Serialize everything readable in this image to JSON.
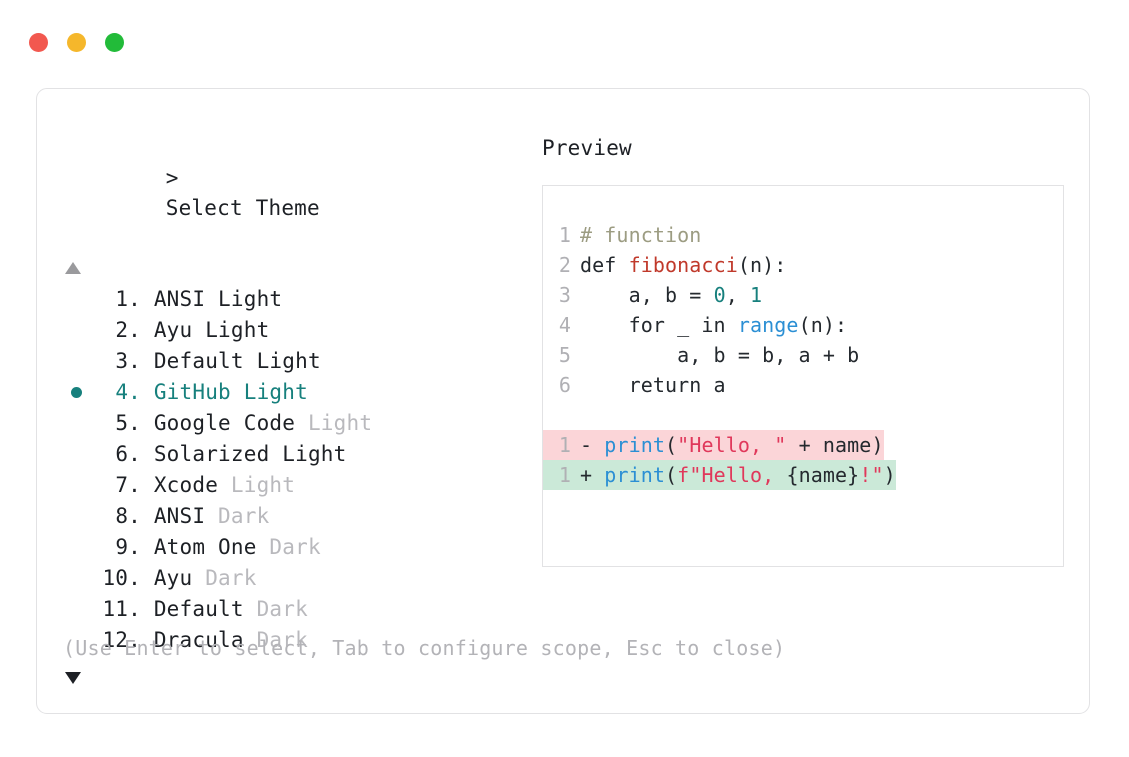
{
  "window": {
    "traffic_lights": [
      {
        "name": "close-button",
        "color": "#f2584f"
      },
      {
        "name": "minimize-button",
        "color": "#f5b72b"
      },
      {
        "name": "maximize-button",
        "color": "#22bb39"
      }
    ]
  },
  "selector": {
    "prompt_symbol": ">",
    "prompt_label": "Select Theme",
    "scroll_up_icon": "triangle-up",
    "scroll_down_icon": "triangle-down",
    "selected_index": 4,
    "accent_color": "#17807d",
    "items": [
      {
        "index": "1.",
        "name": "ANSI",
        "variant": "Light",
        "variant_dim": false,
        "selected": false
      },
      {
        "index": "2.",
        "name": "Ayu",
        "variant": "Light",
        "variant_dim": false,
        "selected": false
      },
      {
        "index": "3.",
        "name": "Default",
        "variant": "Light",
        "variant_dim": false,
        "selected": false
      },
      {
        "index": "4.",
        "name": "GitHub",
        "variant": "Light",
        "variant_dim": false,
        "selected": true
      },
      {
        "index": "5.",
        "name": "Google Code",
        "variant": "Light",
        "variant_dim": true,
        "selected": false
      },
      {
        "index": "6.",
        "name": "Solarized",
        "variant": "Light",
        "variant_dim": false,
        "selected": false
      },
      {
        "index": "7.",
        "name": "Xcode",
        "variant": "Light",
        "variant_dim": true,
        "selected": false
      },
      {
        "index": "8.",
        "name": "ANSI",
        "variant": "Dark",
        "variant_dim": true,
        "selected": false
      },
      {
        "index": "9.",
        "name": "Atom One",
        "variant": "Dark",
        "variant_dim": true,
        "selected": false
      },
      {
        "index": "10.",
        "name": "Ayu",
        "variant": "Dark",
        "variant_dim": true,
        "selected": false
      },
      {
        "index": "11.",
        "name": "Default",
        "variant": "Dark",
        "variant_dim": true,
        "selected": false
      },
      {
        "index": "12.",
        "name": "Dracula",
        "variant": "Dark",
        "variant_dim": true,
        "selected": false
      }
    ],
    "footer_hint": "(Use Enter to select, Tab to configure scope, Esc to close)"
  },
  "preview": {
    "label": "Preview",
    "code_lines": [
      {
        "ln": "1",
        "tokens": [
          {
            "t": "# function",
            "c": "comment"
          }
        ]
      },
      {
        "ln": "2",
        "tokens": [
          {
            "t": "def ",
            "c": "plain"
          },
          {
            "t": "fibonacci",
            "c": "fn"
          },
          {
            "t": "(n):",
            "c": "plain"
          }
        ]
      },
      {
        "ln": "3",
        "tokens": [
          {
            "t": "    a, b = ",
            "c": "plain"
          },
          {
            "t": "0",
            "c": "num"
          },
          {
            "t": ", ",
            "c": "plain"
          },
          {
            "t": "1",
            "c": "num"
          }
        ]
      },
      {
        "ln": "4",
        "tokens": [
          {
            "t": "    for _ in ",
            "c": "plain"
          },
          {
            "t": "range",
            "c": "builtin"
          },
          {
            "t": "(n):",
            "c": "plain"
          }
        ]
      },
      {
        "ln": "5",
        "tokens": [
          {
            "t": "        a, b = b, a + b",
            "c": "plain"
          }
        ]
      },
      {
        "ln": "6",
        "tokens": [
          {
            "t": "    return a",
            "c": "plain"
          }
        ]
      }
    ],
    "diff_lines": [
      {
        "ln": "1",
        "sign": "-",
        "kind": "removed",
        "bg": "#fbd5d8",
        "tokens": [
          {
            "t": "print",
            "c": "builtin"
          },
          {
            "t": "(",
            "c": "plain"
          },
          {
            "t": "\"Hello, \"",
            "c": "str"
          },
          {
            "t": " + name)",
            "c": "plain"
          }
        ]
      },
      {
        "ln": "1",
        "sign": "+",
        "kind": "added",
        "bg": "#cbe9d8",
        "tokens": [
          {
            "t": "print",
            "c": "builtin"
          },
          {
            "t": "(",
            "c": "plain"
          },
          {
            "t": "f\"Hello, ",
            "c": "str"
          },
          {
            "t": "{name}",
            "c": "plain"
          },
          {
            "t": "!\"",
            "c": "str"
          },
          {
            "t": ")",
            "c": "plain"
          }
        ]
      }
    ]
  }
}
